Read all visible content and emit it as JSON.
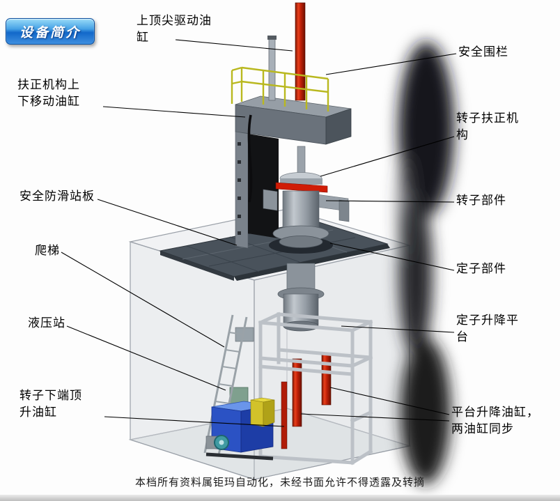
{
  "badge": {
    "label": "设备简介"
  },
  "callouts": [
    {
      "text": "上顶尖驱动油\n缸"
    },
    {
      "text": "安全围栏"
    },
    {
      "text": "扶正机构上\n下移动油缸"
    },
    {
      "text": "转子扶正机\n构"
    },
    {
      "text": "安全防滑站板"
    },
    {
      "text": "转子部件"
    },
    {
      "text": "爬梯"
    },
    {
      "text": "定子部件"
    },
    {
      "text": "液压站"
    },
    {
      "text": "定子升降平\n台"
    },
    {
      "text": "转子下端顶\n升油缸"
    },
    {
      "text": "平台升降油缸，\n两油缸同步"
    }
  ],
  "footer": {
    "text": "本档所有资料属钜玛自动化，未经书面允许不得透露及转摘"
  },
  "colors": {
    "badge_blue": "#1268ca",
    "cylinder_red": "#c02008",
    "railing_yellow": "#b9b81f",
    "station_blue": "#2b52c4",
    "deck_grey": "#49525b"
  }
}
